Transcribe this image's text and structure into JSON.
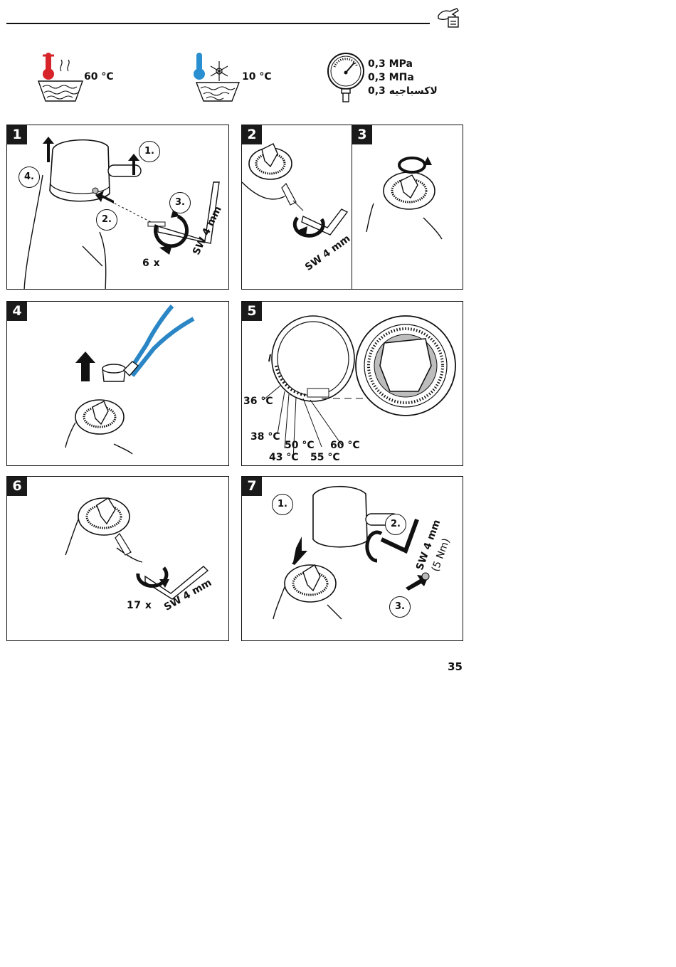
{
  "header": {
    "icon": "hand-writing-icon"
  },
  "intro": {
    "hot_temp": "60 °C",
    "cold_temp": "10 °C",
    "pressure": [
      "0,3 MPa",
      "0,3 МПа",
      "0,3 لاكسباجيه"
    ]
  },
  "steps": {
    "s1": {
      "num": "1",
      "c1": "1.",
      "c2": "2.",
      "c3": "3.",
      "c4": "4.",
      "sw": "SW 4 mm",
      "count": "6 x"
    },
    "s2": {
      "num": "2",
      "sw": "SW 4 mm"
    },
    "s3": {
      "num": "3"
    },
    "s4": {
      "num": "4"
    },
    "s5": {
      "num": "5",
      "t36": "36 °C",
      "t38": "38 °C",
      "t43": "43 °C",
      "t50": "50 °C",
      "t55": "55 °C",
      "t60": "60 °C"
    },
    "s6": {
      "num": "6",
      "sw": "SW 4 mm",
      "count": "17 x"
    },
    "s7": {
      "num": "7",
      "c1": "1.",
      "c2": "2.",
      "c3": "3.",
      "sw": "SW 4 mm",
      "torque": "(5 Nm)"
    }
  },
  "colors": {
    "hot": "#d7232a",
    "cold": "#2a8fd0",
    "pliers": "#2b86c5"
  },
  "footer": {
    "page": "35"
  }
}
